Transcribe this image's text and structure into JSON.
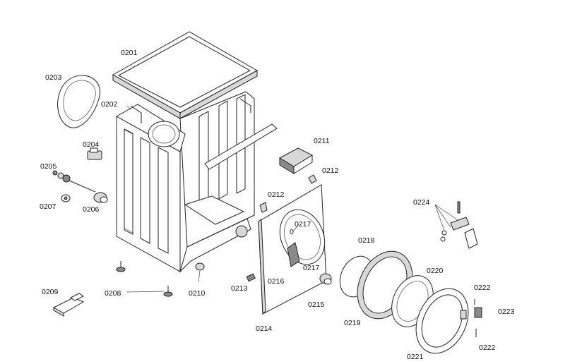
{
  "diagram": {
    "parts": [
      {
        "id": "p0201",
        "label": "0201"
      },
      {
        "id": "p0202",
        "label": "0202"
      },
      {
        "id": "p0203",
        "label": "0203"
      },
      {
        "id": "p0204",
        "label": "0204"
      },
      {
        "id": "p0205",
        "label": "0205"
      },
      {
        "id": "p0206",
        "label": "0206"
      },
      {
        "id": "p0207",
        "label": "0207"
      },
      {
        "id": "p0208",
        "label": "0208"
      },
      {
        "id": "p0209",
        "label": "0209"
      },
      {
        "id": "p0210",
        "label": "0210"
      },
      {
        "id": "p0211",
        "label": "0211"
      },
      {
        "id": "p0212a",
        "label": "0212"
      },
      {
        "id": "p0212b",
        "label": "0212"
      },
      {
        "id": "p0213",
        "label": "0213"
      },
      {
        "id": "p0214",
        "label": "0214"
      },
      {
        "id": "p0215",
        "label": "0215"
      },
      {
        "id": "p0216",
        "label": "0216"
      },
      {
        "id": "p0217a",
        "label": "0217"
      },
      {
        "id": "p0217b",
        "label": "0217"
      },
      {
        "id": "p0218",
        "label": "0218"
      },
      {
        "id": "p0219",
        "label": "0219"
      },
      {
        "id": "p0220",
        "label": "0220"
      },
      {
        "id": "p0221",
        "label": "0221"
      },
      {
        "id": "p0222a",
        "label": "0222"
      },
      {
        "id": "p0222b",
        "label": "0222"
      },
      {
        "id": "p0223",
        "label": "0223"
      },
      {
        "id": "p0224",
        "label": "0224"
      },
      {
        "id": "p0",
        "label": "0"
      }
    ]
  }
}
